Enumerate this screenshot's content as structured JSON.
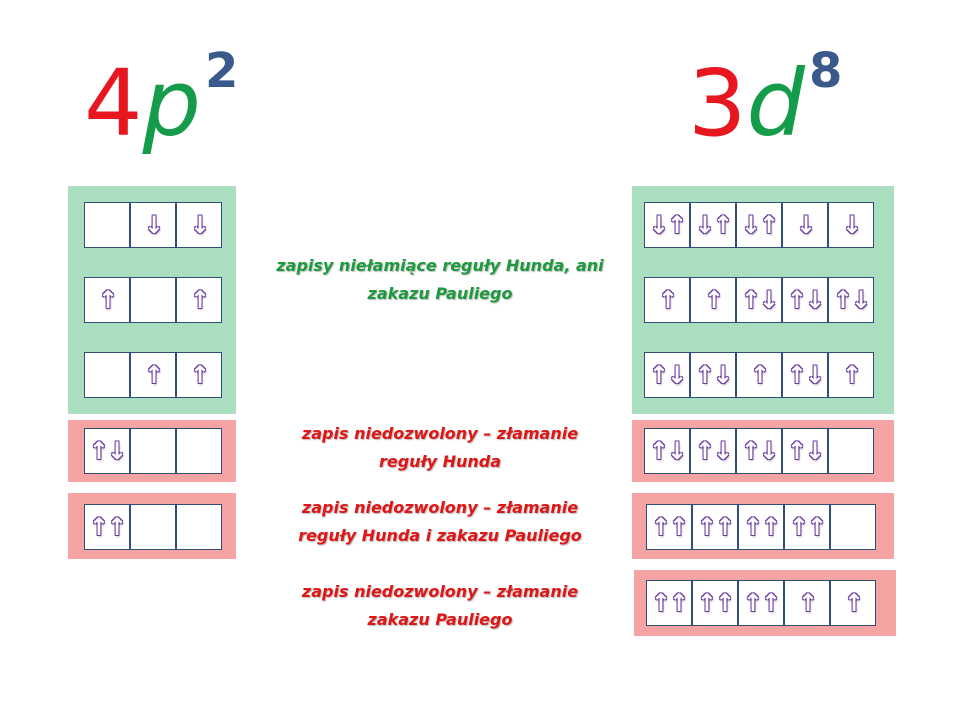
{
  "headings": {
    "left": {
      "number": "4",
      "letter": "p",
      "exponent": "2"
    },
    "right": {
      "number": "3",
      "letter": "d",
      "exponent": "8"
    }
  },
  "colors": {
    "number": "#e8161f",
    "letter": "#149c4a",
    "exponent": "#3a5a8c",
    "green_label": "#1e9a3e",
    "red_label": "#e01616",
    "green_bg": "#a9dfbf",
    "red_bg": "#f5a3a3"
  },
  "labels": {
    "allowed": [
      "zapisy niełamiące reguły Hunda, ani",
      "zakazu Pauliego"
    ],
    "hund": [
      "zapis niedozwolony – złamanie",
      "reguły Hunda"
    ],
    "hund_pauli": [
      "zapis niedozwolony – złamanie",
      "reguły Hunda i zakazu Pauliego"
    ],
    "pauli": [
      "zapis niedozwolony – złamanie",
      "zakazu Pauliego"
    ]
  },
  "p_rows": [
    [
      "",
      "↓",
      "↓"
    ],
    [
      "↑",
      "",
      "↑"
    ],
    [
      "",
      "↑",
      "↑"
    ],
    [
      "↑↓",
      "",
      ""
    ],
    [
      "↑↑",
      "",
      ""
    ]
  ],
  "d_rows": [
    [
      "↓↑",
      "↓↑",
      "↓↑",
      "↓",
      "↓"
    ],
    [
      "↑",
      "↑",
      "↑↓",
      "↑↓",
      "↑↓"
    ],
    [
      "↑↓",
      "↑↓",
      "↑",
      "↑↓",
      "↑"
    ],
    [
      "↑↓",
      "↑↓",
      "↑↓",
      "↑↓",
      ""
    ],
    [
      "↑↑",
      "↑↑",
      "↑↑",
      "↑↑",
      ""
    ],
    [
      "↑↑",
      "↑↑",
      "↑↑",
      "↑",
      "↑"
    ]
  ]
}
